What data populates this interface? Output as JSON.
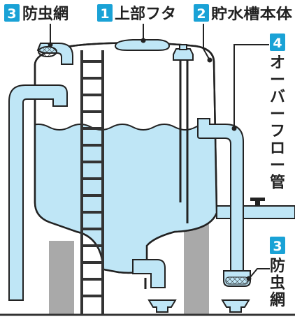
{
  "labels": {
    "screen_top": {
      "num": "3",
      "text": "防虫網"
    },
    "lid": {
      "num": "1",
      "text": "上部フタ"
    },
    "tank": {
      "num": "2",
      "text": "貯水槽本体"
    },
    "overflow": {
      "num": "4",
      "chars": [
        "オ",
        "ー",
        "バ",
        "ー",
        "フ",
        "ロ",
        "ー",
        "管"
      ]
    },
    "screen_bottom": {
      "num": "3",
      "chars": [
        "防",
        "虫",
        "網"
      ]
    }
  },
  "colors": {
    "tank_fill": "#ffffff",
    "water": "#bfe6f6",
    "pipe": "#bfe6f6",
    "outline": "#222222",
    "badge": "#1aa2d6",
    "legs": "#a9a9a9",
    "ground": "#333333"
  }
}
